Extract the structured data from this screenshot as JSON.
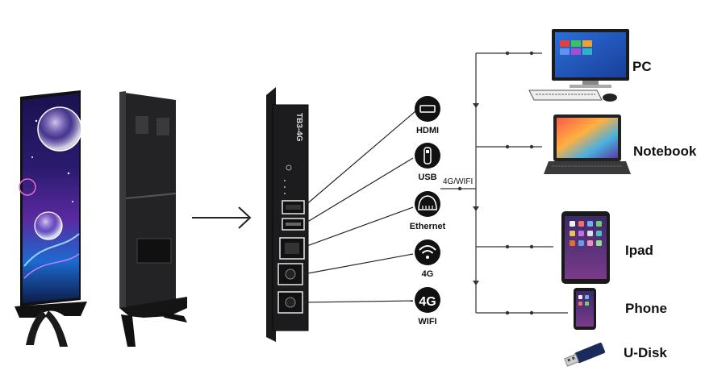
{
  "controller": {
    "model": "TB3-4G"
  },
  "ports": [
    {
      "label": "HDMI",
      "icon": "hdmi-icon"
    },
    {
      "label": "USB",
      "icon": "usb-icon"
    },
    {
      "label": "Ethernet",
      "icon": "ethernet-icon"
    },
    {
      "label": "4G",
      "icon": "wifi-icon"
    },
    {
      "label": "WIFI",
      "icon": "4g-icon",
      "badge": "4G"
    }
  ],
  "network_label": "4G/WIFI",
  "devices": [
    {
      "label": "PC",
      "icon": "desktop-pc-icon"
    },
    {
      "label": "Notebook",
      "icon": "laptop-icon"
    },
    {
      "label": "Ipad",
      "icon": "tablet-icon"
    },
    {
      "label": "Phone",
      "icon": "phone-icon"
    },
    {
      "label": "U-Disk",
      "icon": "usb-drive-icon"
    }
  ],
  "colors": {
    "line": "#333333",
    "panel_dark": "#1c1c1e",
    "port_icon_bg": "#111111"
  }
}
